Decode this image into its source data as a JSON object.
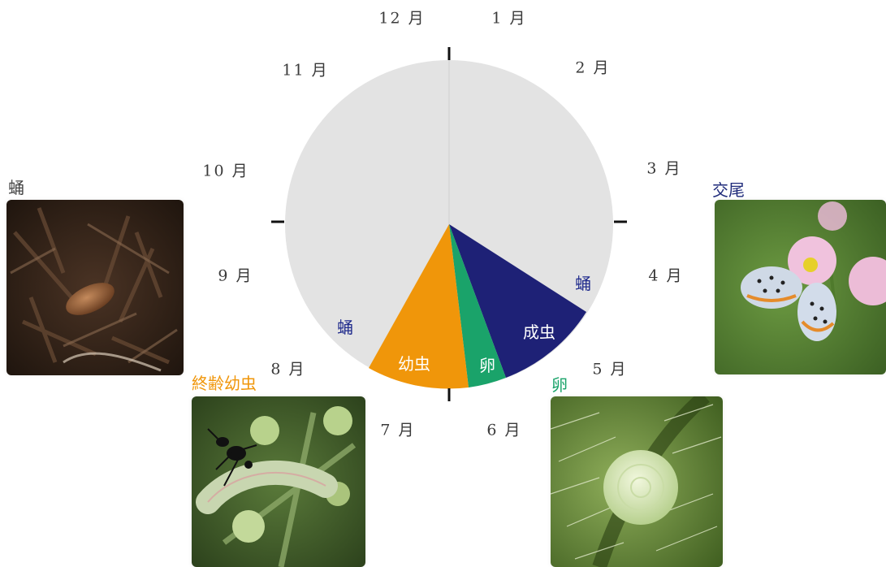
{
  "months": [
    "1 月",
    "2 月",
    "3 月",
    "4 月",
    "5 月",
    "6 月",
    "7 月",
    "8 月",
    "9 月",
    "10 月",
    "11 月",
    "12 月"
  ],
  "stages": {
    "adult": "成虫",
    "egg": "卵",
    "larva": "幼虫",
    "pupa_left": "蛹",
    "pupa_right": "蛹"
  },
  "captions": {
    "pupa": "蛹",
    "mating": "交尾",
    "last_instar": "終齢幼虫",
    "egg": "卵"
  },
  "colors": {
    "adult": "#1e2176",
    "egg": "#1aa36a",
    "larva": "#f0960a",
    "pupa": "#e3e3e3",
    "pupa_text": "#1f2a8c",
    "last_instar_text": "#f0960a",
    "egg_text": "#1aa36a",
    "mating_text": "#1e2a7a",
    "pupa_caption_text": "#444444"
  },
  "photos": {
    "pupa": "pupa-in-soil",
    "mating": "mating-butterflies-on-flower",
    "last_instar": "caterpillar-with-ant",
    "egg": "egg-on-leaf-hairs"
  }
}
